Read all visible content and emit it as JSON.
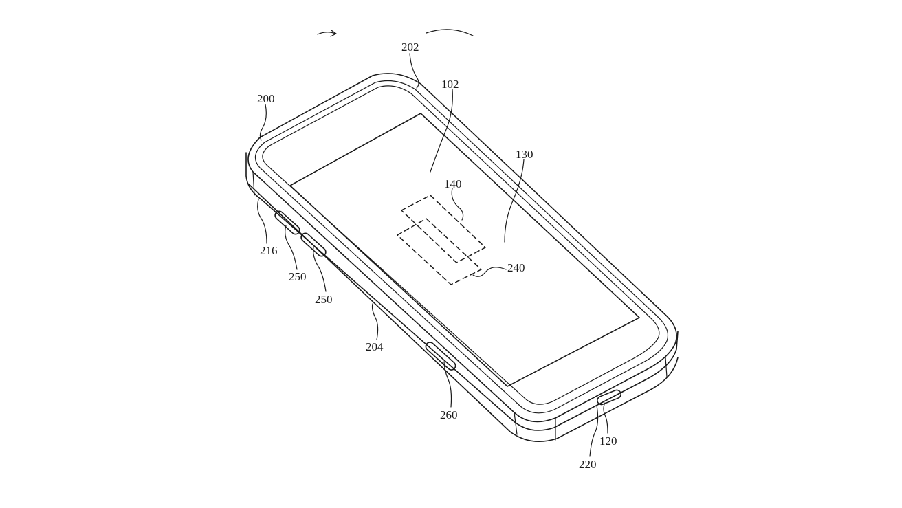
{
  "labels": {
    "l102": "102",
    "l120": "120",
    "l130": "130",
    "l140": "140",
    "l200": "200",
    "l202": "202",
    "l204": "204",
    "l216": "216",
    "l220": "220",
    "l240": "240",
    "l250a": "250",
    "l250b": "250",
    "l260": "260"
  },
  "colors": {
    "line": "#1a1a1a",
    "background": "#ffffff"
  }
}
